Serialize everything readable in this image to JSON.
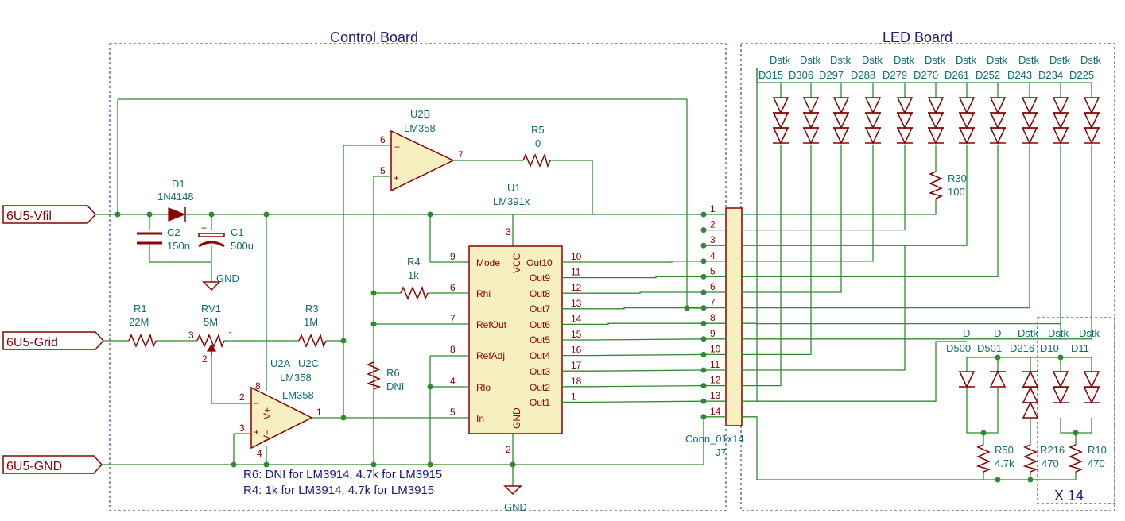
{
  "frames": {
    "control": "Control Board",
    "led": "LED Board",
    "array": "X 14"
  },
  "nets": {
    "vfil": "6U5-Vfil",
    "grid": "6U5-Grid",
    "gnd": "6U5-GND"
  },
  "parts": {
    "d1_ref": "D1",
    "d1_val": "1N4148",
    "c2_ref": "C2",
    "c2_val": "150n",
    "c1_ref": "C1",
    "c1_val": "500u",
    "gnd_label": "GND",
    "r1_ref": "R1",
    "r1_val": "22M",
    "rv1_ref": "RV1",
    "rv1_val": "5M",
    "r3_ref": "R3",
    "r3_val": "1M",
    "u2b_ref": "U2B",
    "u2b_val": "LM358",
    "r5_ref": "R5",
    "r5_val": "0",
    "u1_ref": "U1",
    "u1_val": "LM391x",
    "r4_ref": "R4",
    "r4_val": "1k",
    "r6_ref": "R6",
    "r6_val": "DNI",
    "u2a_ref": "U2A",
    "u2c_ref": "U2C",
    "u2a_val": "LM358",
    "u2c_val": "LM358",
    "j7_ref": "J7",
    "j7_val": "Conn_01x14",
    "r30_ref": "R30",
    "r30_val": "100",
    "r50_ref": "R50",
    "r50_val": "4.7k",
    "r216_ref": "R216",
    "r216_val": "470",
    "r10_ref": "R10",
    "r10_val": "470"
  },
  "u1_pins": {
    "mode": "Mode",
    "rhi": "Rhi",
    "refout": "RefOut",
    "refadj": "RefAdj",
    "rlo": "Rlo",
    "in": "In",
    "vcc": "VCC",
    "gnd": "GND",
    "out10": "Out10",
    "out9": "Out9",
    "out8": "Out8",
    "out7": "Out7",
    "out6": "Out6",
    "out5": "Out5",
    "out4": "Out4",
    "out3": "Out3",
    "out2": "Out2",
    "out1": "Out1"
  },
  "pin_numbers": {
    "u1_left": [
      "9",
      "6",
      "7",
      "8",
      "4",
      "5"
    ],
    "u1_right": [
      "10",
      "11",
      "12",
      "13",
      "14",
      "15",
      "16",
      "17",
      "18",
      "1"
    ],
    "u1_top": "3",
    "u1_bottom": "2",
    "u2b": [
      "6",
      "5",
      "7"
    ],
    "u2a": [
      "2",
      "3",
      "1",
      "8",
      "4"
    ],
    "rv1": [
      "3",
      "1",
      "2"
    ],
    "j7": [
      "1",
      "2",
      "3",
      "4",
      "5",
      "6",
      "7",
      "8",
      "9",
      "10",
      "11",
      "12",
      "13",
      "14"
    ]
  },
  "diode_strings": {
    "labels": [
      "Dstk",
      "Dstk",
      "Dstk",
      "Dstk",
      "Dstk",
      "Dstk",
      "Dstk",
      "Dstk",
      "Dstk",
      "Dstk",
      "Dstk"
    ],
    "refs": [
      "D315",
      "D306",
      "D297",
      "D288",
      "D279",
      "D270",
      "D261",
      "D252",
      "D243",
      "D234",
      "D225"
    ]
  },
  "lower_diodes": {
    "labels": [
      "D",
      "D",
      "Dstk",
      "Dstk",
      "Dstk"
    ],
    "refs": [
      "D500",
      "D501",
      "D216",
      "D10",
      "D11"
    ]
  },
  "notes": [
    "R6: DNI for LM3914, 4.7k for LM3915",
    "R4: 1k for LM3914, 4.7k for LM3915"
  ]
}
